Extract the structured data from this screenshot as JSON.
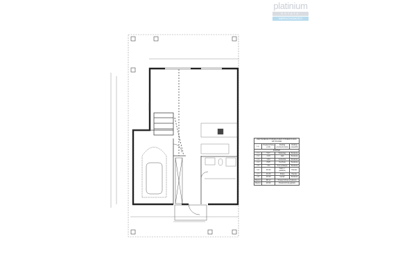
{
  "logo": {
    "name": "platinium",
    "sub1": "ESTATE",
    "sub2": "NIERUCHOMOŚCI"
  },
  "table": {
    "title": "ZESTAWIENIE POMIESZCZEŃ POWIERZCHNIA UŻYTKOWA",
    "headers": [
      "L.p.",
      "Powierzchnia [m2]",
      "Rodzaj pomieszczenia",
      "Rodzaj posadzki"
    ],
    "group": "PARTER",
    "rows": [
      [
        "1.1",
        "5.07",
        "Wiatrołap",
        "Terakota"
      ],
      [
        "1.2",
        "2.00",
        "Hall",
        "Terakota"
      ],
      [
        "1.3",
        "3.93",
        "Łazienka",
        "Terakota"
      ],
      [
        "1.4",
        "8.95",
        "Kuchnia",
        "Terakota"
      ],
      [
        "1.5",
        "7.61",
        "Komunikacja",
        "Terakota"
      ],
      [
        "1.6",
        "33.34",
        "Salon z jadalnią",
        "Panele"
      ],
      [
        "1.7",
        "10.26",
        "Pokój",
        "Panele"
      ],
      [
        "1.8",
        "20.90",
        "Garaż",
        "Terakota"
      ]
    ],
    "totals": [
      [
        "Razem",
        "68.12",
        "Powierzchnia użytkowa"
      ],
      [
        "Razem",
        "20.90",
        "Powierzchnia garażu"
      ]
    ]
  }
}
